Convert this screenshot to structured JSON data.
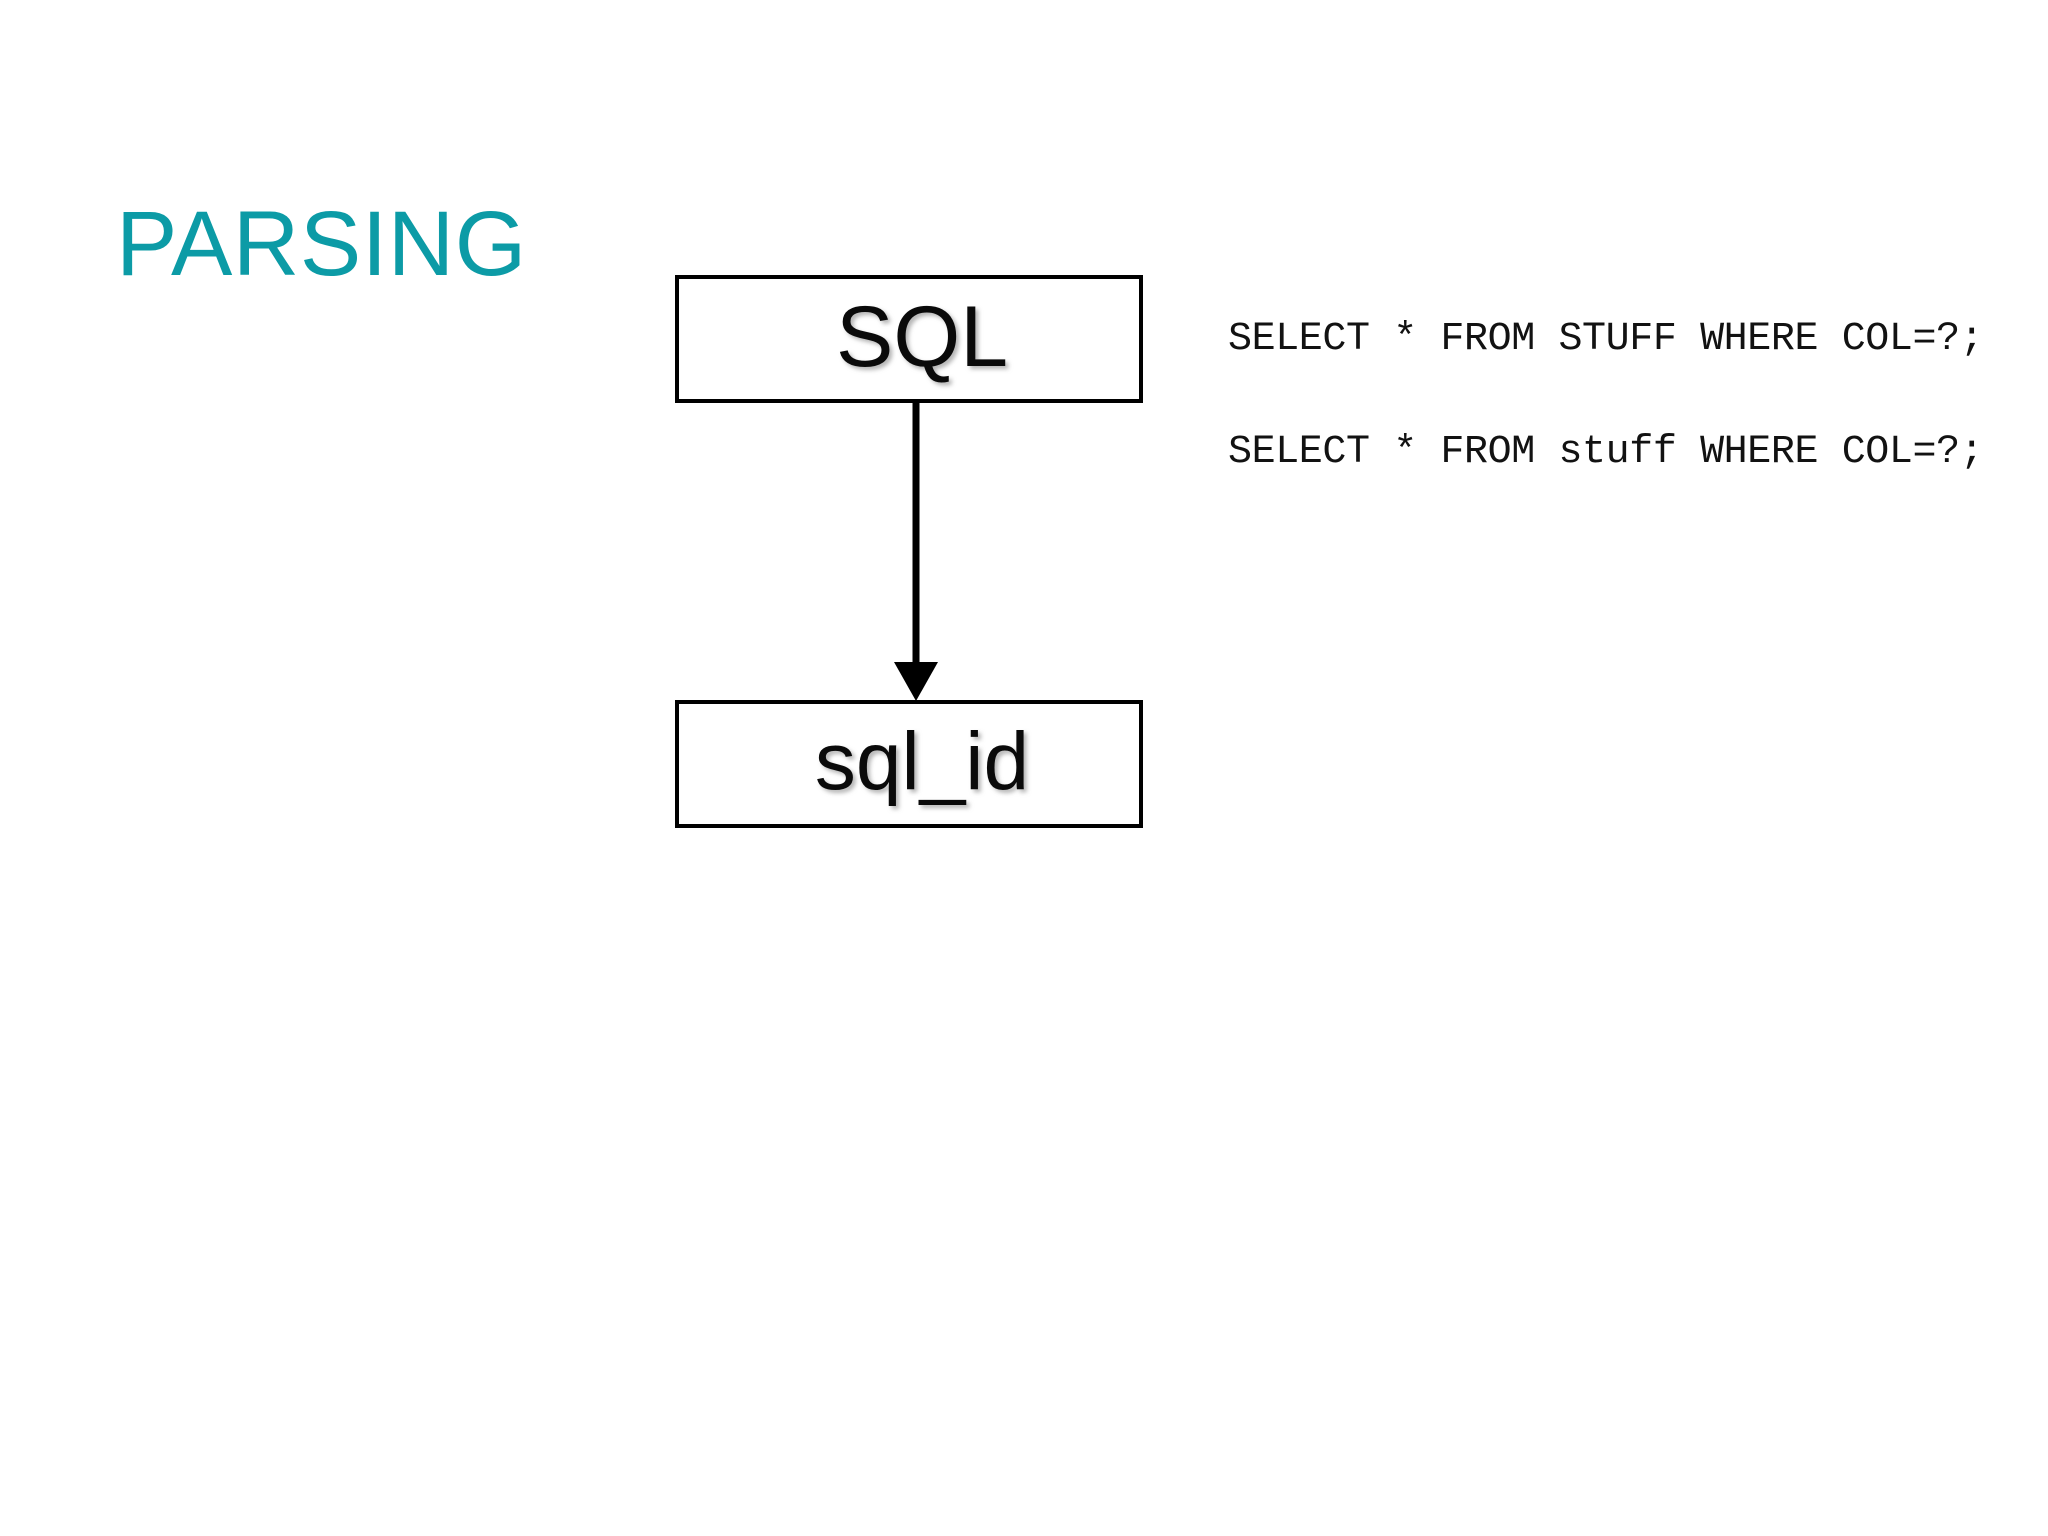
{
  "slide": {
    "title": "PARSING",
    "title_color": "#0C9BA6",
    "background_color": "#ffffff"
  },
  "diagram": {
    "type": "flowchart",
    "nodes": [
      {
        "id": "sql",
        "label": "SQL",
        "shape": "rectangle",
        "border_color": "#000000"
      },
      {
        "id": "sql_id",
        "label": "sql_id",
        "shape": "rectangle",
        "border_color": "#000000"
      }
    ],
    "edges": [
      {
        "from": "sql",
        "to": "sql_id",
        "style": "solid",
        "arrowhead": "filled-triangle",
        "direction": "down"
      }
    ]
  },
  "code": {
    "language": "sql",
    "lines": [
      "SELECT * FROM STUFF WHERE COL=?;",
      "SELECT * FROM stuff WHERE COL=?;"
    ]
  }
}
